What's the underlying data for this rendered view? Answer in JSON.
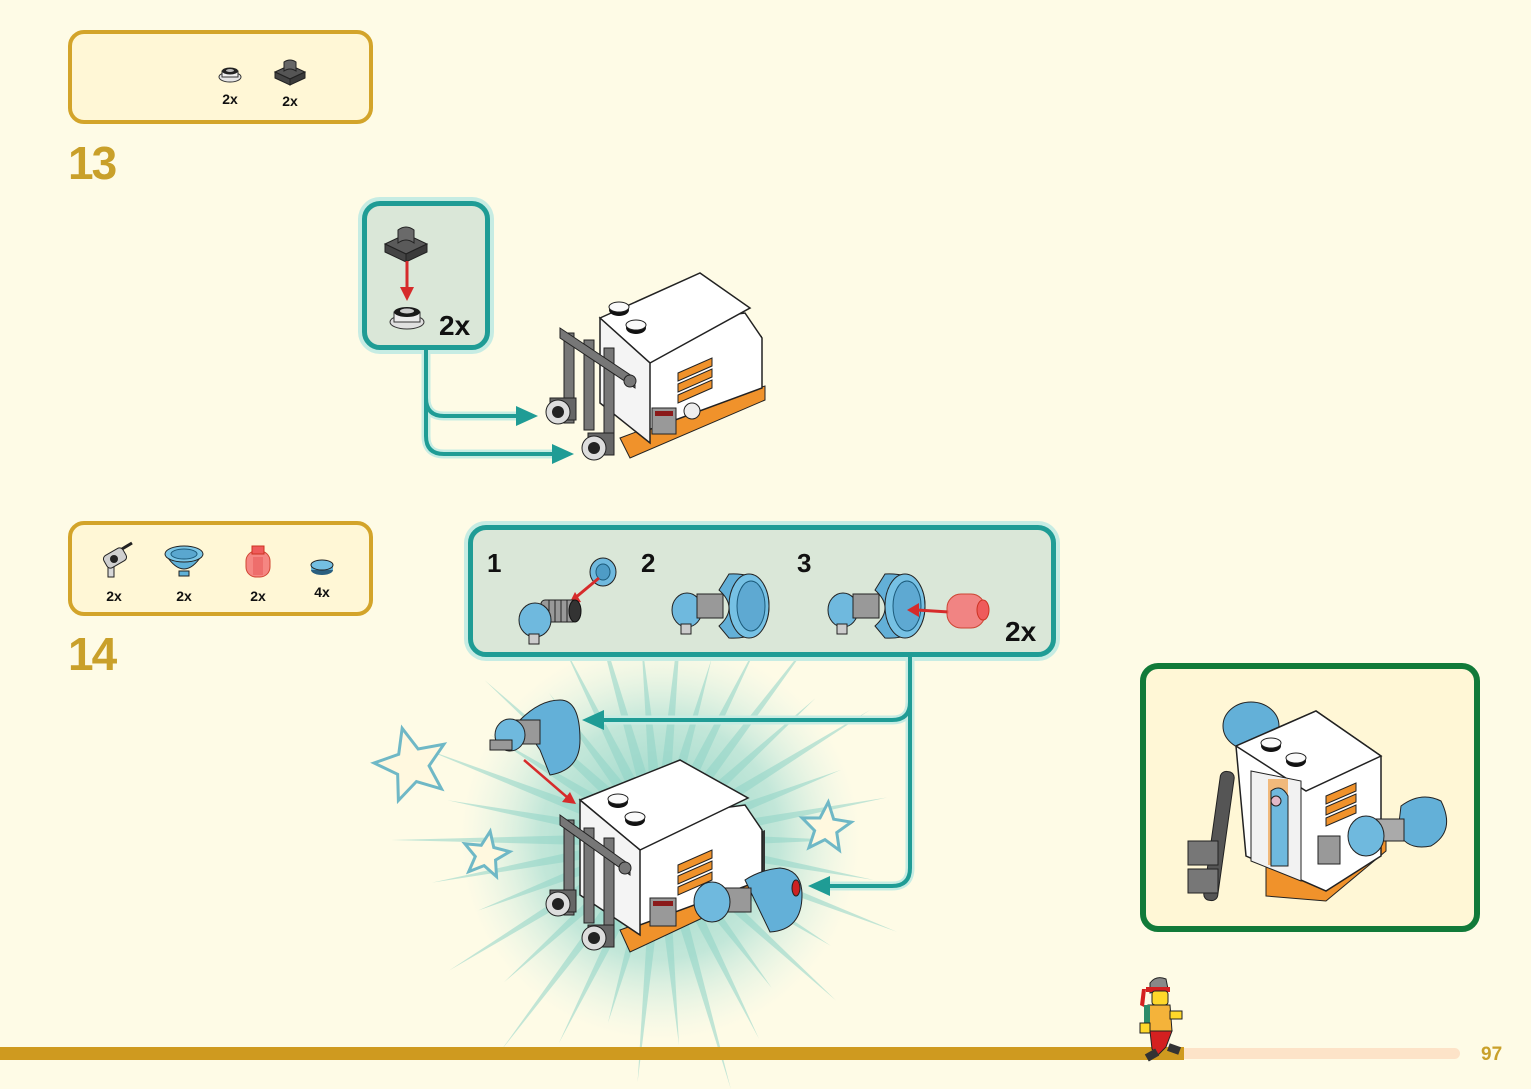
{
  "page": {
    "number": "97"
  },
  "colors": {
    "page_bg": "#fefbe6",
    "parts_border": "#d3a42a",
    "step_number": "#c9a02a",
    "callout_border": "#1f9c95",
    "callout_bg": "#dae7d8",
    "final_border": "#117a39",
    "arrow_red": "#d62b2b",
    "progress_fill": "#cf9a1f",
    "progress_track": "#fde3c8"
  },
  "steps": [
    {
      "number": "13",
      "parts": [
        {
          "icon": "round-plate-1x1-white",
          "qty": "2x"
        },
        {
          "icon": "clip-tile-dark-gray",
          "qty": "2x"
        }
      ],
      "callout": {
        "icon": "clip-into-round-plate",
        "multiplier": "2x"
      }
    },
    {
      "number": "14",
      "parts": [
        {
          "icon": "space-gun-light-gray",
          "qty": "2x"
        },
        {
          "icon": "dish-cone-light-blue",
          "qty": "2x"
        },
        {
          "icon": "round-brick-trans-red",
          "qty": "2x"
        },
        {
          "icon": "round-tile-1x1-light-blue",
          "qty": "4x"
        }
      ],
      "callout": {
        "substeps": [
          {
            "label": "1"
          },
          {
            "label": "2"
          },
          {
            "label": "3"
          }
        ],
        "multiplier": "2x"
      }
    }
  ],
  "progress": {
    "fraction": 0.77
  }
}
